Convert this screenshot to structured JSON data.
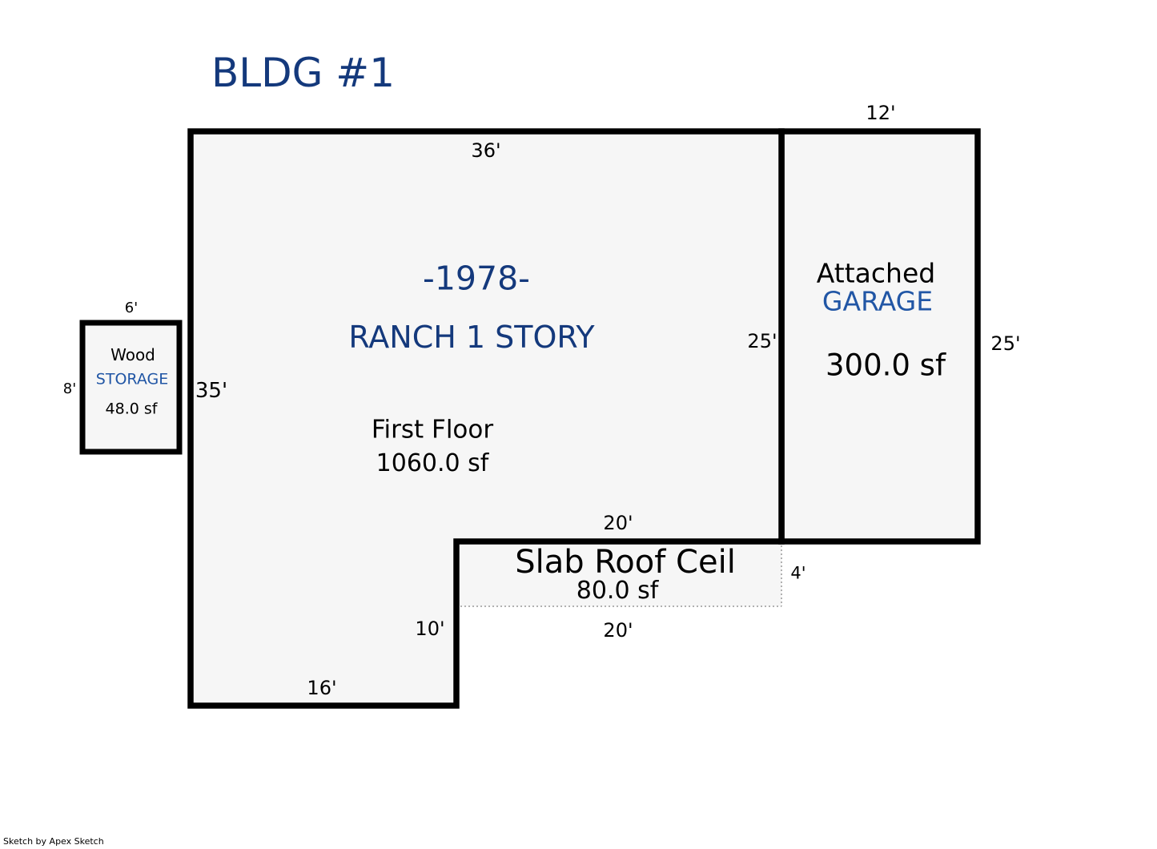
{
  "title": "BLDG #1",
  "footer": "Sketch by Apex Sketch",
  "house": {
    "year": "-1978-",
    "style": "RANCH 1 STORY",
    "floor_name": "First Floor",
    "floor_area": "1060.0 sf"
  },
  "garage": {
    "name_line1": "Attached",
    "name_line2": "GARAGE",
    "area": "300.0 sf"
  },
  "storage": {
    "name_line1": "Wood",
    "name_line2": "STORAGE",
    "area": "48.0 sf"
  },
  "slab": {
    "name": "Slab Roof Ceil",
    "area": "80.0 sf"
  },
  "dimensions": {
    "garage_top": "12'",
    "house_top": "36'",
    "house_right": "25'",
    "garage_right": "25'",
    "house_left": "35'",
    "storage_top": "6'",
    "storage_left": "8'",
    "notch_top": "20'",
    "slab_right": "4'",
    "notch_side": "10'",
    "slab_bottom": "20'",
    "house_bottom": "16'"
  },
  "colors": {
    "wall": "#000000",
    "interior_fill": "#f6f6f6",
    "navy_text": "#14397c",
    "blue_text": "#2156a5",
    "dotted_line": "#999999",
    "background": "#ffffff"
  }
}
